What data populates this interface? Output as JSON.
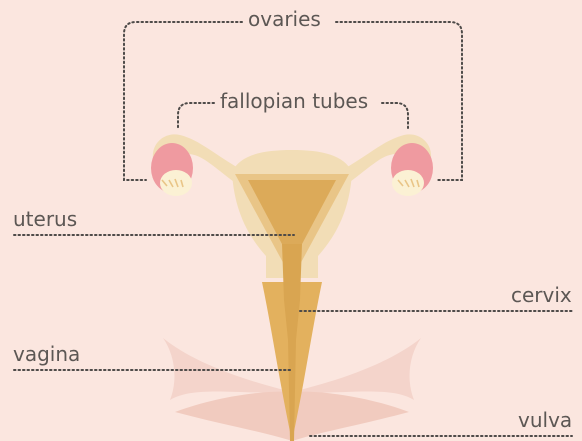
{
  "labels": {
    "ovaries": "ovaries",
    "fallopian_tubes": "fallopian tubes",
    "uterus": "uterus",
    "cervix": "cervix",
    "vagina": "vagina",
    "vulva": "vulva"
  },
  "colors": {
    "background": "#fbe6df",
    "tissue": "#f2ddb6",
    "inner_lining": "#e9c587",
    "canal": "#d9a551",
    "vaginal_wall": "#e3b15e",
    "ovary_pink": "#ef9aa0",
    "follicle": "#fbf1d4",
    "pelvic_skin": "#f4d4cb",
    "leader_line": "#4d4a48",
    "text": "#5c5754"
  }
}
